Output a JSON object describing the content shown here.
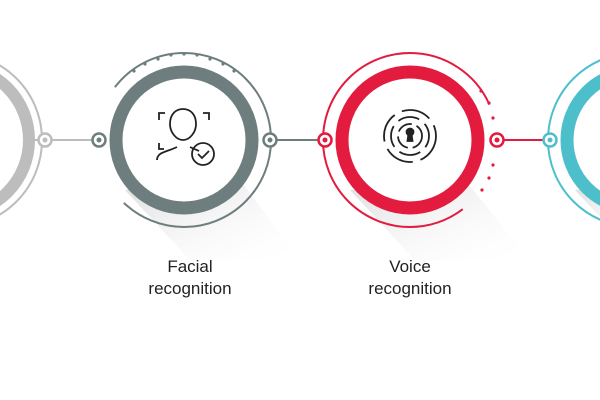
{
  "colors": {
    "gray": "#bdbdbd",
    "slate": "#6e7d7e",
    "red": "#e31b3f",
    "teal": "#4dbfcb"
  },
  "steps": [
    {
      "title_line1": "Facial",
      "title_line2": "recognition",
      "icon": "face-scan-check-icon",
      "color": "#6e7d7e"
    },
    {
      "title_line1": "Voice",
      "title_line2": "recognition",
      "icon": "voice-keyhole-icon",
      "color": "#e31b3f"
    }
  ]
}
